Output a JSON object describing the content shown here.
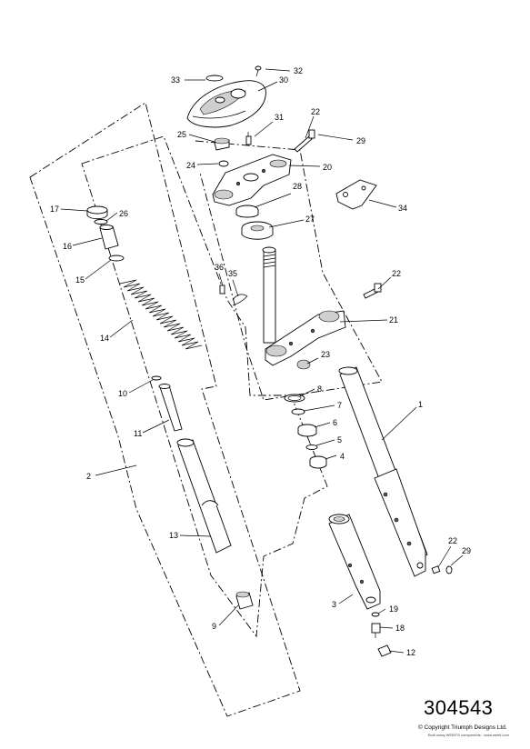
{
  "drawing_number": "304543",
  "copyright": "© Copyright Triumph Designs Ltd.",
  "built_with": "Built using WEBITS components · www.webit.com",
  "callouts": {
    "c1": "1",
    "c2": "2",
    "c3": "3",
    "c4": "4",
    "c5": "5",
    "c6": "6",
    "c7": "7",
    "c8": "8",
    "c9": "9",
    "c10": "10",
    "c11": "11",
    "c12": "12",
    "c13": "13",
    "c14": "14",
    "c15": "15",
    "c16": "16",
    "c17": "17",
    "c18": "18",
    "c19": "19",
    "c20": "20",
    "c21": "21",
    "c22a": "22",
    "c22b": "22",
    "c22c": "22",
    "c23": "23",
    "c24": "24",
    "c25": "25",
    "c26": "26",
    "c27": "27",
    "c28": "28",
    "c29a": "29",
    "c29b": "29",
    "c30": "30",
    "c31": "31",
    "c32": "32",
    "c33": "33",
    "c34": "34",
    "c35": "35",
    "c36": "36"
  }
}
